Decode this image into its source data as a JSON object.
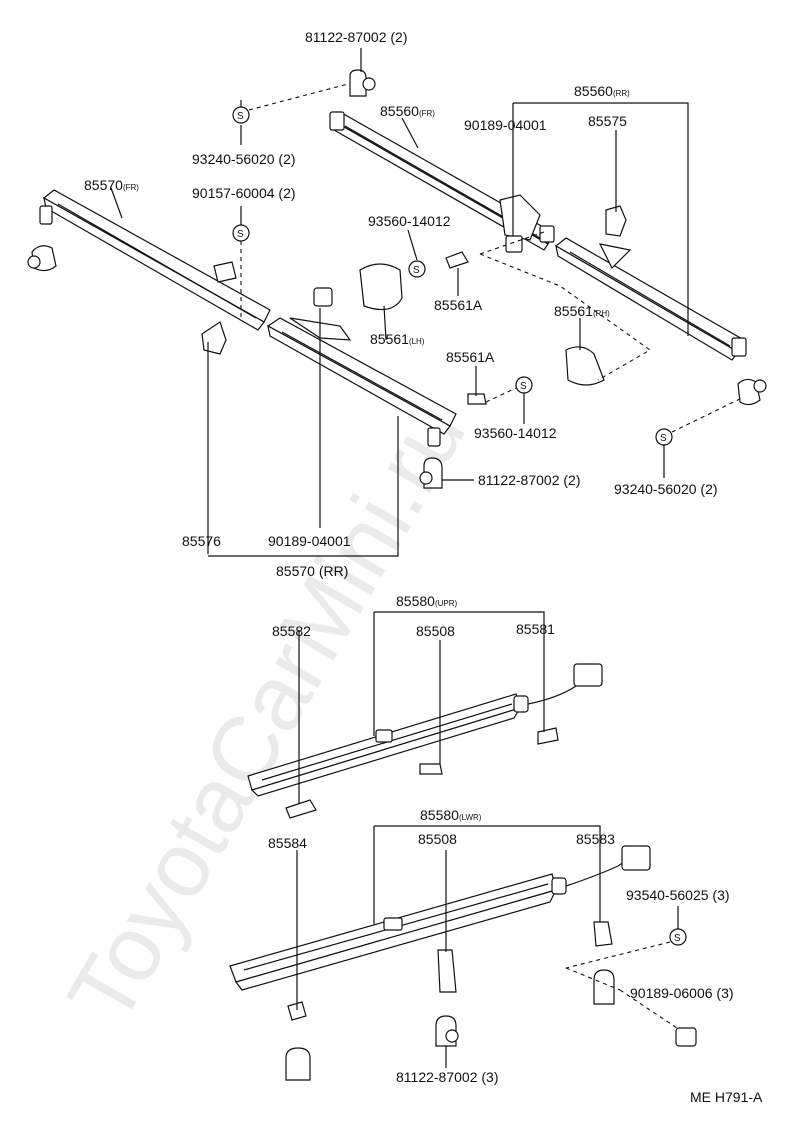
{
  "watermark": "ToyotaCarMini.ru",
  "diagram_code": "ME H791-A",
  "labels": {
    "p81122_top": "81122-87002 (2)",
    "p93240_left": "93240-56020 (2)",
    "p90157": "90157-60004 (2)",
    "p85570_fr": "85570",
    "p85570_fr_sub": "(FR)",
    "p85560_fr": "85560",
    "p85560_fr_sub": "(FR)",
    "p90189_top": "90189-04001",
    "p85560_rr": "85560",
    "p85560_rr_sub": "(RR)",
    "p85575": "85575",
    "p93560_top": "93560-14012",
    "p85561a_top": "85561A",
    "p85561_lh": "85561",
    "p85561_lh_sub": "(LH)",
    "p85561_rh": "85561",
    "p85561_rh_sub": "(RH)",
    "p85561a_bot": "85561A",
    "p93560_bot": "93560-14012",
    "p93240_right": "93240-56020 (2)",
    "p81122_mid": "81122-87002 (2)",
    "p85576": "85576",
    "p90189_mid": "90189-04001",
    "p85570_rr": "85570 (RR)",
    "p85580_upr": "85580",
    "p85580_upr_sub": "(UPR)",
    "p85582": "85582",
    "p85508_upr": "85508",
    "p85581": "85581",
    "p85580_lwr": "85580",
    "p85580_lwr_sub": "(LWR)",
    "p85584": "85584",
    "p85508_lwr": "85508",
    "p85583": "85583",
    "p93540": "93540-56025 (3)",
    "p90189_bot": "90189-06006 (3)",
    "p81122_bot": "81122-87002 (3)"
  },
  "symbols": {
    "s": "S"
  }
}
